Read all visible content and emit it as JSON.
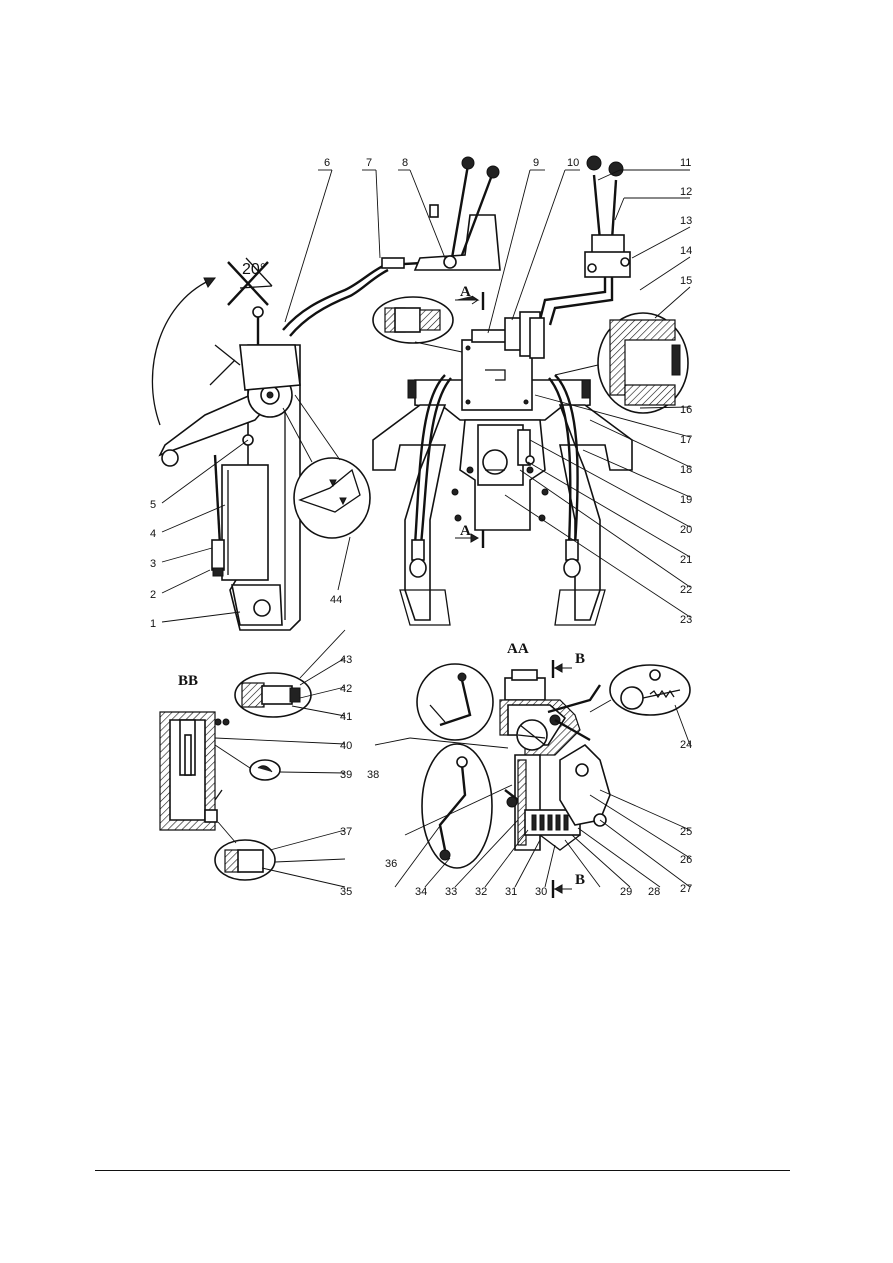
{
  "callouts": [
    "1",
    "2",
    "3",
    "4",
    "5",
    "6",
    "7",
    "8",
    "9",
    "10",
    "11",
    "12",
    "13",
    "14",
    "15",
    "16",
    "17",
    "18",
    "19",
    "20",
    "21",
    "22",
    "23",
    "24",
    "25",
    "26",
    "27",
    "28",
    "29",
    "30",
    "31",
    "32",
    "33",
    "34",
    "35",
    "36",
    "37",
    "38",
    "39",
    "40",
    "41",
    "42",
    "43",
    "44"
  ],
  "section_labels": {
    "a_top": "A",
    "a_bottom": "A",
    "view_aa": "AA",
    "b_top": "B",
    "b_bottom": "B",
    "view_bb": "BB"
  },
  "angle_label": "20°"
}
